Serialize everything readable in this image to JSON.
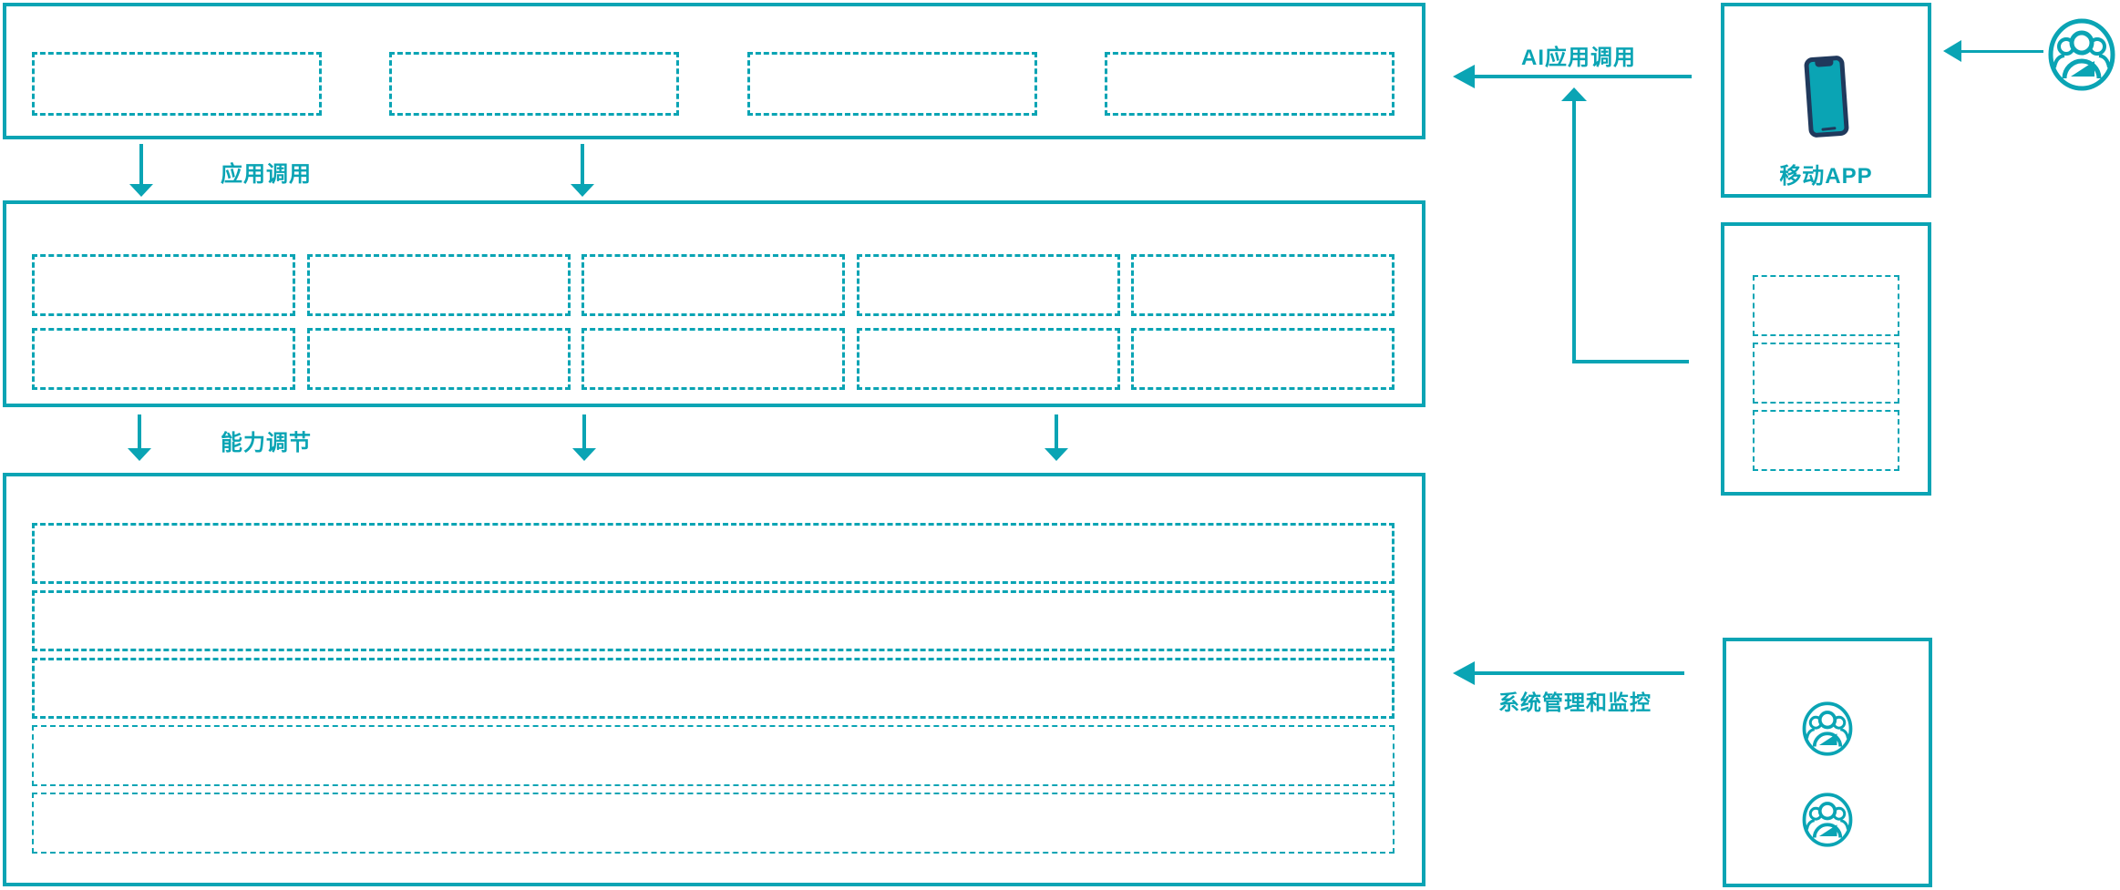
{
  "labels": {
    "app_call": "应用调用",
    "capability_adjust": "能力调节",
    "ai_app_call": "AI应用调用",
    "mobile_app": "移动APP",
    "system_monitor": "系统管理和监控"
  },
  "colors": {
    "accent_teal": "#0aa4b4",
    "phone_dark": "#20395c",
    "background": "#ffffff"
  },
  "layers": {
    "application_layer": {
      "placeholder_count": 4
    },
    "capability_layer": {
      "rows": 2,
      "columns": 5,
      "placeholder_count": 10
    },
    "platform_layer": {
      "placeholder_count": 5
    }
  },
  "right_panels": {
    "mobile_app_panel": {
      "label": "移动APP",
      "icon": "smartphone-icon"
    },
    "services_panel": {
      "placeholder_count": 3
    },
    "operators_panel": {
      "icon": "users-group-icon",
      "icon_count": 2
    }
  },
  "external_actor": {
    "icon": "users-group-icon"
  }
}
